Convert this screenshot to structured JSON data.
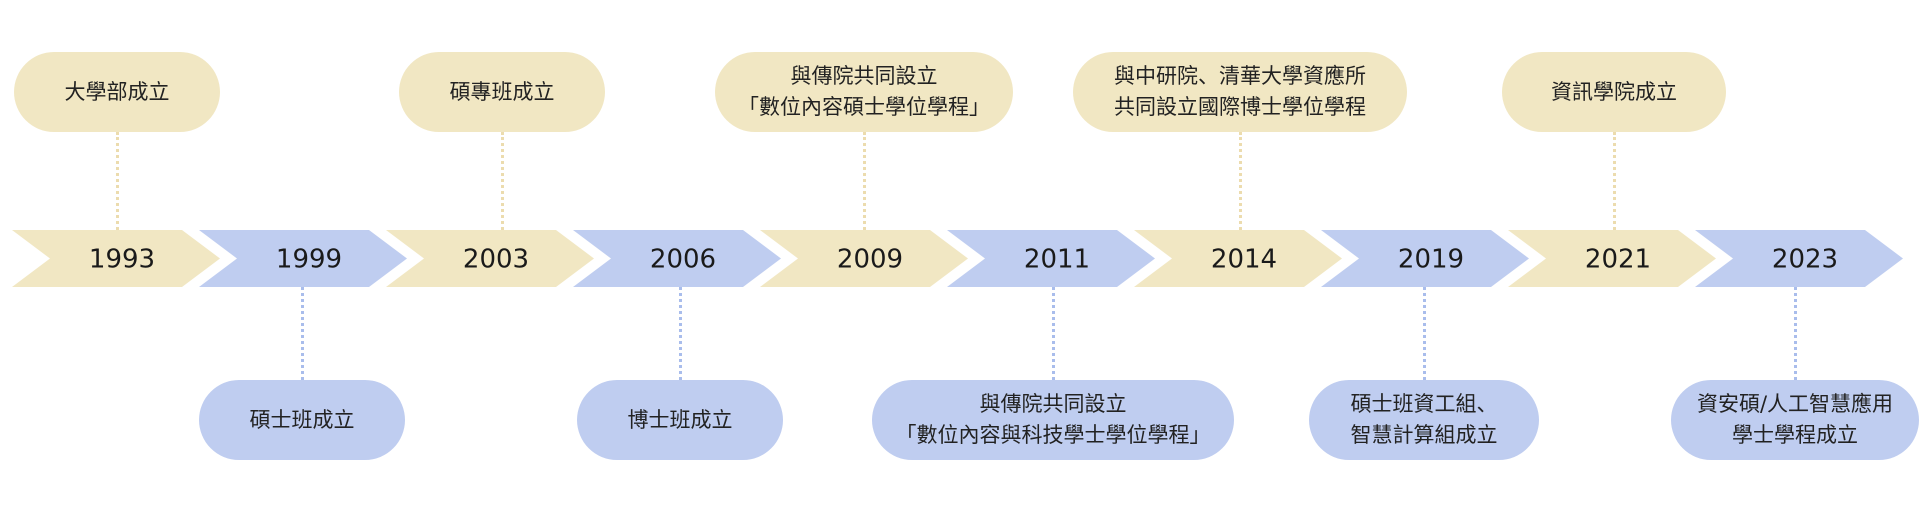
{
  "colors": {
    "yellow": "#f1e7c3",
    "blue": "#bfcdf0",
    "yellow_dot": "#ecdcae",
    "blue_dot": "#a9bdec"
  },
  "years": [
    "1993",
    "1999",
    "2003",
    "2006",
    "2009",
    "2011",
    "2014",
    "2019",
    "2021",
    "2023"
  ],
  "events": [
    {
      "year": "1993",
      "position": "top",
      "lines": [
        "大學部成立"
      ]
    },
    {
      "year": "1999",
      "position": "bottom",
      "lines": [
        "碩士班成立"
      ]
    },
    {
      "year": "2003",
      "position": "top",
      "lines": [
        "碩專班成立"
      ]
    },
    {
      "year": "2006",
      "position": "bottom",
      "lines": [
        "博士班成立"
      ]
    },
    {
      "year": "2009",
      "position": "top",
      "lines": [
        "與傳院共同設立",
        "「數位內容碩士學位學程」"
      ]
    },
    {
      "year": "2011",
      "position": "bottom",
      "lines": [
        "與傳院共同設立",
        "「數位內容與科技學士學位學程」"
      ]
    },
    {
      "year": "2014",
      "position": "top",
      "lines": [
        "與中研院、清華大學資應所",
        "共同設立國際博士學位學程"
      ]
    },
    {
      "year": "2019",
      "position": "bottom",
      "lines": [
        "碩士班資工組、",
        "智慧計算組成立"
      ]
    },
    {
      "year": "2021",
      "position": "top",
      "lines": [
        "資訊學院成立"
      ]
    },
    {
      "year": "2023",
      "position": "bottom",
      "lines": [
        "資安碩/人工智慧應用",
        "學士學程成立"
      ]
    }
  ]
}
